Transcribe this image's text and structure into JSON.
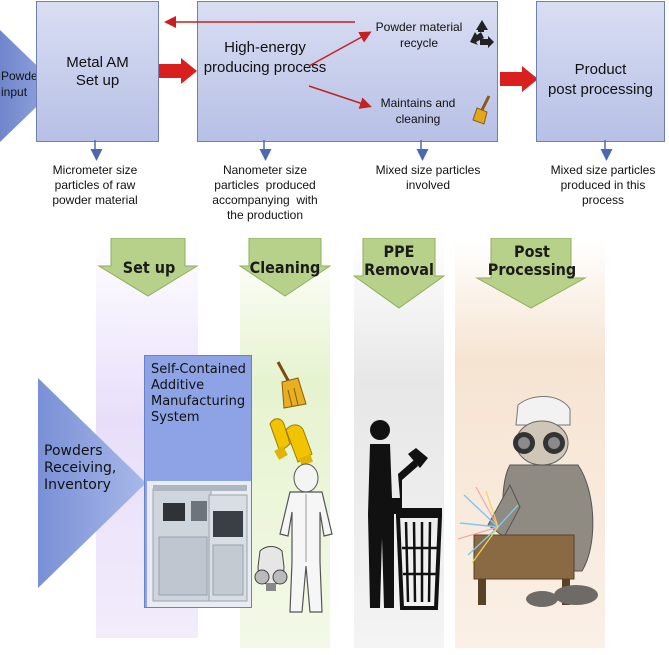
{
  "flow": {
    "input_label": "Powders\ninput",
    "boxes": [
      {
        "title": "Metal AM\nSet up",
        "note": "Micrometer size\nparticles of raw\npowder material"
      },
      {
        "title": "High-energy\nproducing process",
        "note": "Nanometer size\nparticles  produced\naccompanying  with\nthe production"
      },
      {
        "title": "Product\npost processing",
        "note": "Mixed size particles\nproduced in this\nprocess"
      }
    ],
    "branch_recycle": "Powder material\nrecycle",
    "branch_maintain": "Maintains and\ncleaning",
    "branch_note": "Mixed size particles\ninvolved"
  },
  "stages": {
    "powders_label": "Powders\nReceiving,\nInventory",
    "columns": [
      {
        "label": "Set up"
      },
      {
        "label": "Cleaning"
      },
      {
        "label": "PPE\nRemoval"
      },
      {
        "label": "Post\nProcessing"
      }
    ],
    "system_label": "Self-Contained\nAdditive\nManufacturing\nSystem"
  },
  "colors": {
    "box_fill": "#c7cdee",
    "arrow_red": "#d9201f",
    "arrow_blue": "#4d6ab0",
    "triangle_blue": "#7c93d8",
    "green_arrow": "#b7d18a"
  },
  "icons": [
    "recycle-icon",
    "broom-icon",
    "gloves-icon",
    "coverall-icon",
    "respirator-icon",
    "trash-can-icon",
    "worker-icon"
  ]
}
